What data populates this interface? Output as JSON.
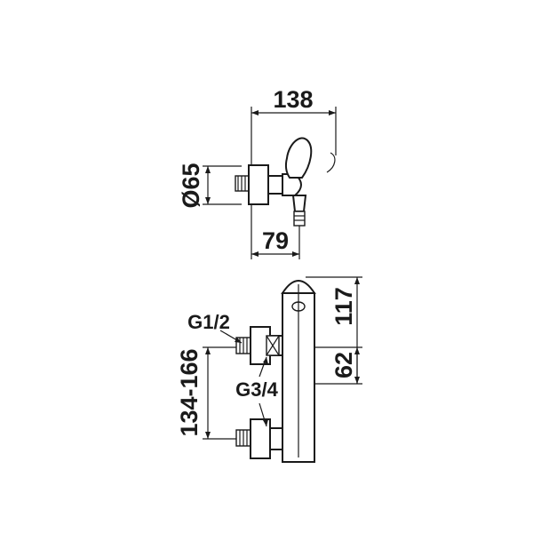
{
  "dimensions": {
    "width_total": "138",
    "diameter": "Ø65",
    "depth_wall": "79",
    "height_top": "117",
    "height_mid": "62",
    "spacing_range": "134-166"
  },
  "callouts": {
    "thread_inlet": "G1/2",
    "thread_outlet": "G3/4"
  }
}
